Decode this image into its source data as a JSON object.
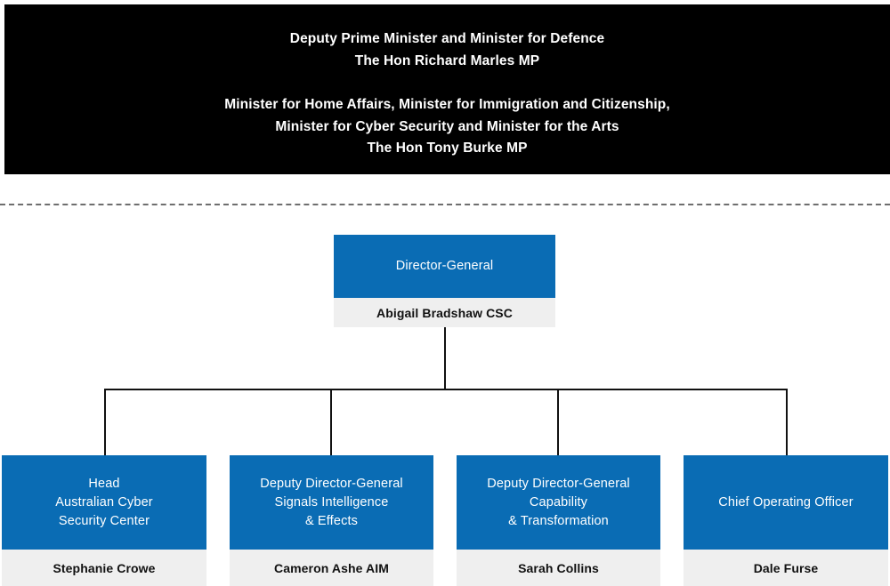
{
  "colors": {
    "node_blue": "#0A6CB4",
    "node_person_bg": "#EFEFEF",
    "banner_bg": "#000000",
    "banner_text": "#FFFFFF",
    "connector": "#111111",
    "divider": "#6E6E6E"
  },
  "ministers_banner": {
    "groups": [
      {
        "lines": [
          "Deputy Prime Minister and Minister for Defence",
          "The Hon Richard Marles MP"
        ]
      },
      {
        "lines": [
          "Minister for Home Affairs, Minister for Immigration and Citizenship,",
          "Minister for Cyber Security and Minister for the Arts",
          "The Hon Tony Burke MP"
        ]
      }
    ]
  },
  "director_general": {
    "title_lines": [
      "Director-General"
    ],
    "person": "Abigail Bradshaw CSC"
  },
  "tier2": [
    {
      "title_lines": [
        "Head",
        "Australian Cyber",
        "Security Center"
      ],
      "person": "Stephanie Crowe"
    },
    {
      "title_lines": [
        "Deputy Director-General",
        "Signals Intelligence",
        "& Effects"
      ],
      "person": "Cameron Ashe AIM"
    },
    {
      "title_lines": [
        "Deputy Director-General",
        "Capability",
        "& Transformation"
      ],
      "person": "Sarah Collins"
    },
    {
      "title_lines": [
        "Chief Operating Officer"
      ],
      "person": "Dale Furse"
    }
  ]
}
